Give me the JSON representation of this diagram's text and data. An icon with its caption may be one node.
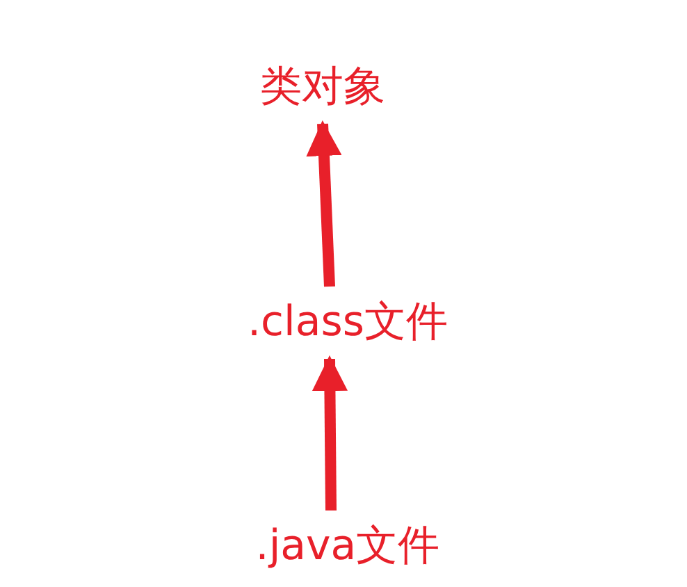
{
  "diagram": {
    "nodes": [
      {
        "text": [
          "类对象"
        ]
      },
      {
        "text": [
          ".class文件"
        ]
      },
      {
        "text": [
          ".java文件"
        ]
      }
    ],
    "edges": [
      {
        "from": 1,
        "to": 0,
        "arrow": "to"
      },
      {
        "from": 2,
        "to": 1,
        "arrow": "to"
      }
    ]
  }
}
